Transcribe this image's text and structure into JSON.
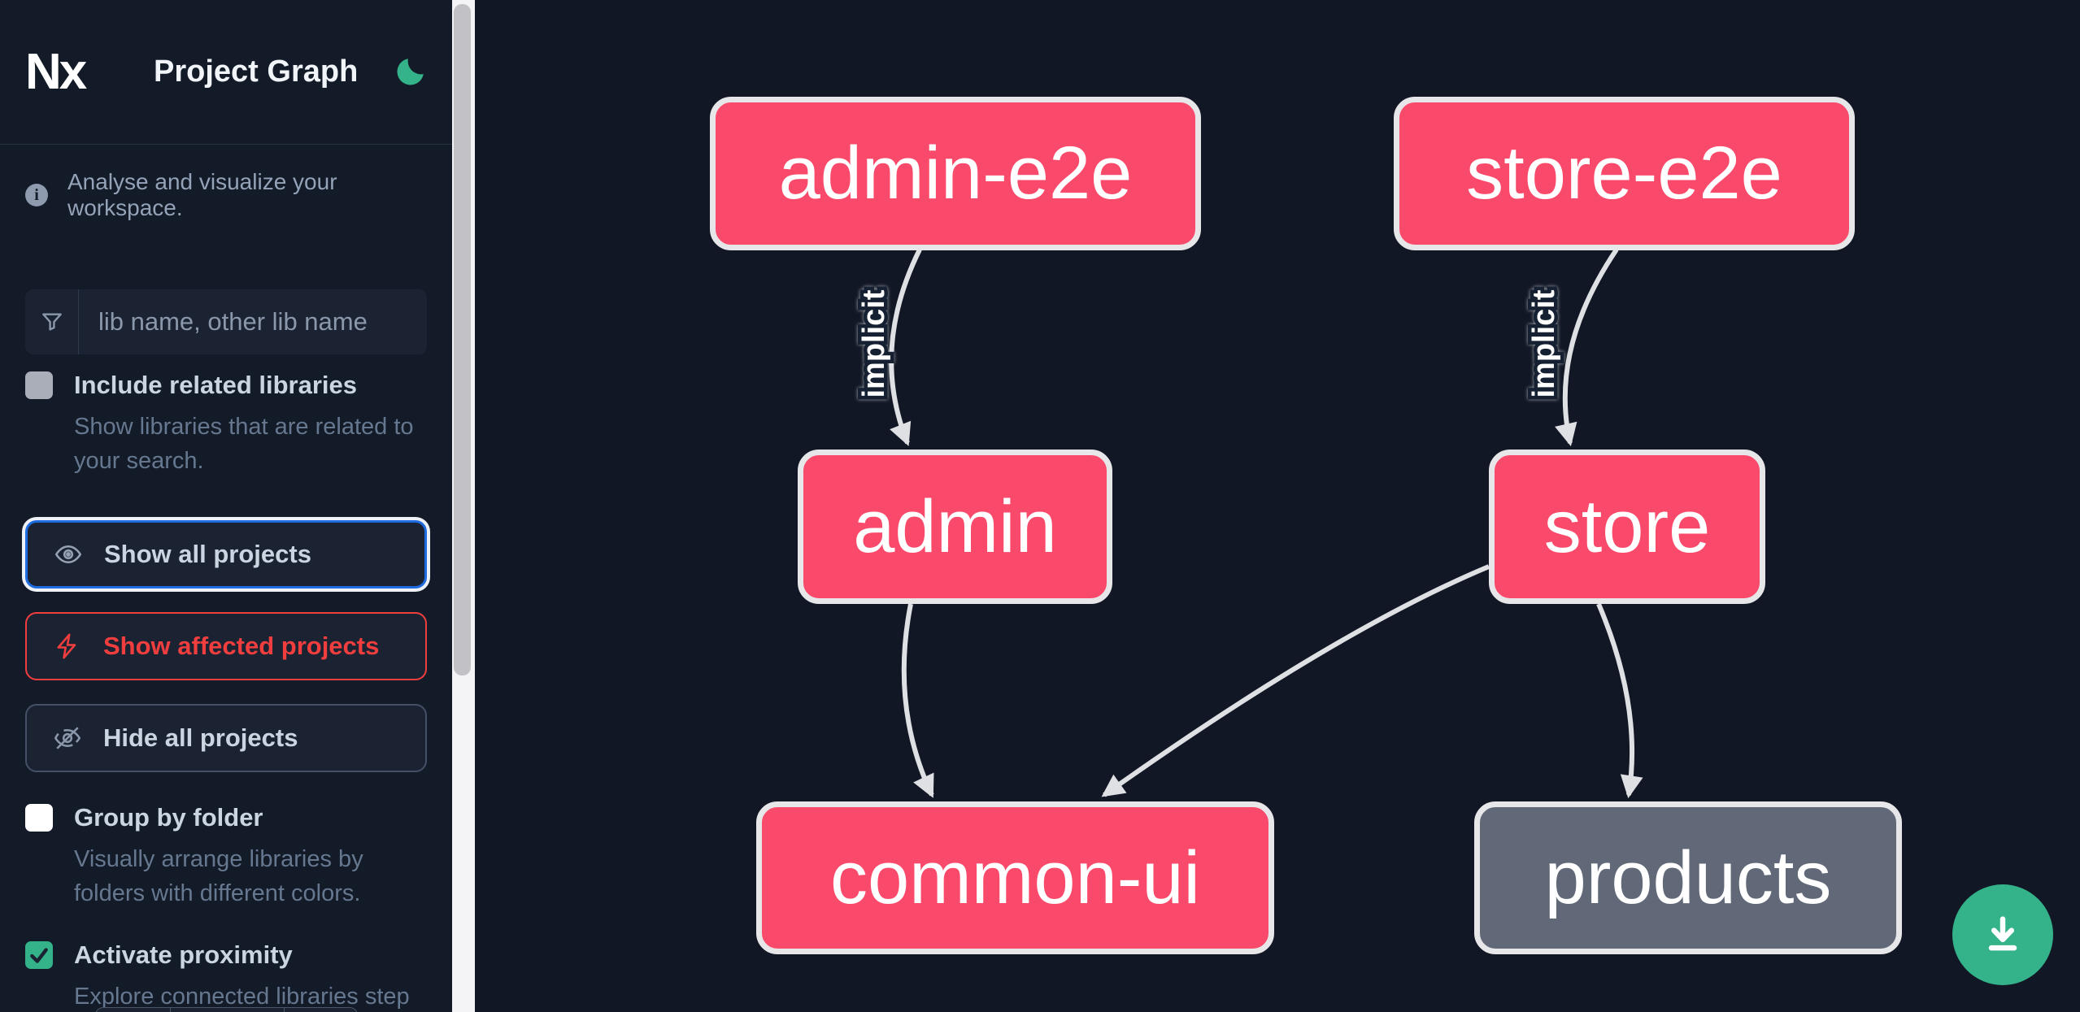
{
  "header": {
    "logo_text": "Nx",
    "title": "Project Graph"
  },
  "sidebar": {
    "tagline": "Analyse and visualize your workspace.",
    "search": {
      "placeholder": "lib name, other lib name",
      "value": ""
    },
    "include_related": {
      "label": "Include related libraries",
      "description": "Show libraries that are related to your search.",
      "checked": false
    },
    "show_all": {
      "label": "Show all projects",
      "active": true
    },
    "show_affected": {
      "label": "Show affected projects",
      "active": false
    },
    "hide_all": {
      "label": "Hide all projects",
      "active": false
    },
    "group_by_folder": {
      "label": "Group by folder",
      "description": "Visually arrange libraries by folders with different colors.",
      "checked": false
    },
    "activate_proximity": {
      "label": "Activate proximity",
      "description": "Explore connected libraries step by step.",
      "checked": true
    }
  },
  "graph": {
    "nodes": [
      {
        "id": "admin-e2e",
        "label": "admin-e2e",
        "color": "#fa4a6b"
      },
      {
        "id": "store-e2e",
        "label": "store-e2e",
        "color": "#fa4a6b"
      },
      {
        "id": "admin",
        "label": "admin",
        "color": "#fa4a6b"
      },
      {
        "id": "store",
        "label": "store",
        "color": "#fa4a6b"
      },
      {
        "id": "common-ui",
        "label": "common-ui",
        "color": "#fa4a6b"
      },
      {
        "id": "products",
        "label": "products",
        "color": "#616878"
      }
    ],
    "edges": [
      {
        "source": "admin-e2e",
        "target": "admin",
        "label": "implicit"
      },
      {
        "source": "store-e2e",
        "target": "store",
        "label": "implicit"
      },
      {
        "source": "admin",
        "target": "common-ui",
        "label": ""
      },
      {
        "source": "store",
        "target": "common-ui",
        "label": ""
      },
      {
        "source": "store",
        "target": "products",
        "label": ""
      }
    ]
  },
  "colors": {
    "sidebar_bg": "#131a28",
    "canvas_bg": "#111725",
    "node_pink": "#fa4a6b",
    "node_gray": "#616878",
    "node_border": "#e7e7e9",
    "edge": "#dfe0e3",
    "accent_green": "#34b289",
    "focus_blue": "#1f6be0",
    "danger_red": "#f03e3e"
  }
}
